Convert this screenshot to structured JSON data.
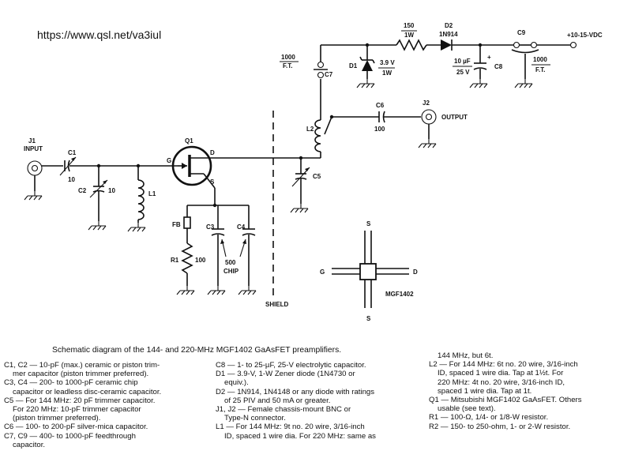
{
  "watermark_url": "https://www.qsl.net/va3iul",
  "caption": "Schematic diagram of the 144- and 220-MHz MGF1402 GaAsFET preamplifiers.",
  "schematic": {
    "j1_ref": "J1",
    "j1_label": "INPUT",
    "c1_ref": "C1",
    "c1_value": "10",
    "c2_ref": "C2",
    "c2_value": "10",
    "l1_ref": "L1",
    "q1_ref": "Q1",
    "gate_pin": "G",
    "drain_pin": "D",
    "source_pin": "S",
    "fb_ref": "FB",
    "r1_ref": "R1",
    "r1_value": "100",
    "c3_ref": "C3",
    "c4_ref": "C4",
    "chip_value": "500",
    "chip_type": "CHIP",
    "shield_label": "SHIELD",
    "l2_ref": "L2",
    "c5_ref": "C5",
    "c6_ref": "C6",
    "c6_value": "100",
    "j2_ref": "J2",
    "j2_label": "OUTPUT",
    "c7_ref": "C7",
    "c7_value": "1000",
    "c7_type": "F.T.",
    "d1_ref": "D1",
    "d1_v": "3.9 V",
    "d1_w": "1W",
    "r2_value": "150",
    "r2_w": "1W",
    "d2_ref": "D2",
    "d2_part": "1N914",
    "c8_ref": "C8",
    "c8_value": "10 µF",
    "c8_v": "25 V",
    "c8_plus": "+",
    "c9_ref": "C9",
    "c9_value": "1000",
    "c9_type": "F.T.",
    "supply": "+10-15-VDC",
    "pin_s_top": "S",
    "pin_g": "G",
    "pin_d": "D",
    "pin_s_bottom": "S",
    "package_label": "MGF1402"
  },
  "notes_left": [
    "C1, C2 — 10-pF (max.) ceramic or piston trim-",
    "mer capacitor (piston trimmer preferred).",
    "C3, C4 — 200- to 1000-pF ceramic chip",
    "capacitor or leadless disc-ceramic capacitor.",
    "C5 — For 144 MHz: 20 pF trimmer capacitor.",
    "For 220 MHz: 10-pF trimmer capacitor",
    "(piston trimmer preferred).",
    "C6 — 100- to 200-pF silver-mica capacitor.",
    "C7, C9 — 400- to 1000-pF feedthrough",
    "capacitor."
  ],
  "notes_middle": [
    "C8 — 1- to 25-µF, 25-V electrolytic capacitor.",
    "D1 — 3.9-V, 1-W Zener diode (1N4730 or",
    "equiv.).",
    "D2 — 1N914, 1N4148 or any diode with ratings",
    "of 25 PIV and 50 mA or greater.",
    "J1, J2 — Female chassis-mount BNC or",
    "Type-N connector.",
    "L1 — For 144 MHz: 9t no. 20 wire, 3/16-inch",
    "ID, spaced 1 wire dia. For 220 MHz: same as"
  ],
  "notes_right": [
    "144 MHz, but 6t.",
    "L2 — For 144 MHz: 6t no. 20 wire, 3/16-inch",
    "ID, spaced 1 wire dia. Tap at 1½t. For",
    "220 MHz: 4t no. 20 wire, 3/16-inch ID,",
    "spaced 1 wire dia. Tap at 1t.",
    "Q1 — Mitsubishi MGF1402 GaAsFET. Others",
    "usable (see text).",
    "R1 — 100-Ω, 1/4- or 1/8-W resistor.",
    "R2 — 150- to 250-ohm, 1- or 2-W resistor."
  ]
}
